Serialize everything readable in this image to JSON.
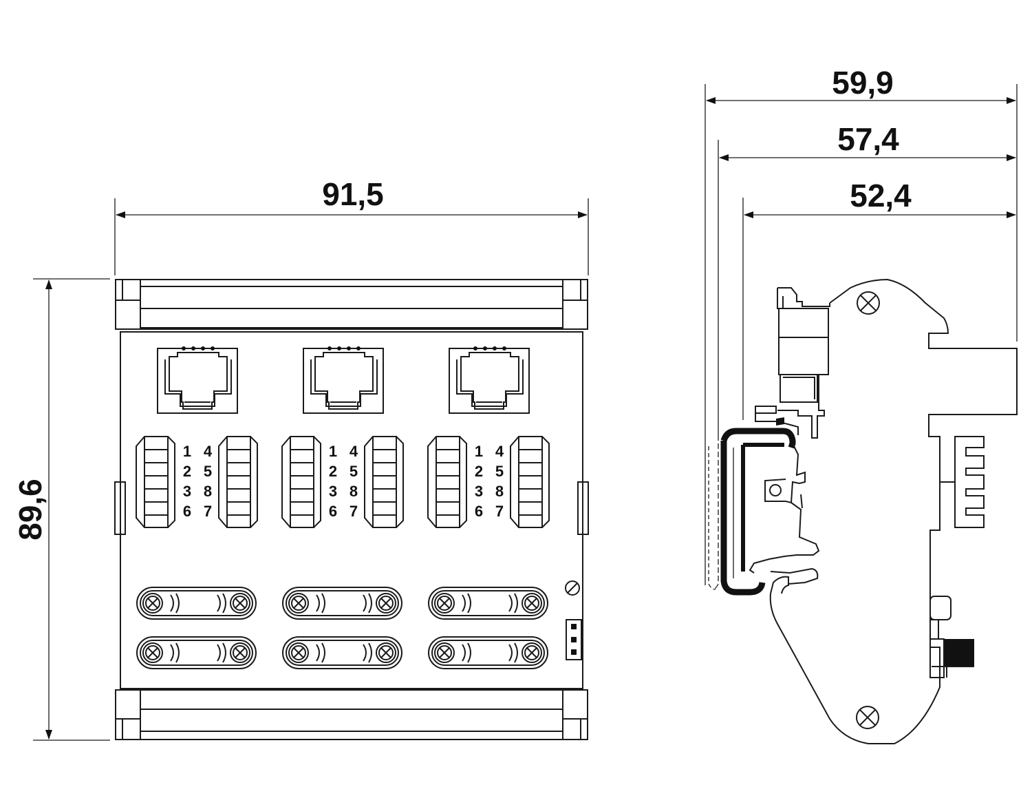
{
  "dimensions": {
    "front_width": "91,5",
    "front_height": "89,6",
    "side_overall": "59,9",
    "side_mid": "57,4",
    "side_inner": "52,4"
  },
  "pin_grid": [
    [
      "1",
      "4"
    ],
    [
      "2",
      "5"
    ],
    [
      "3",
      "8"
    ],
    [
      "6",
      "7"
    ]
  ],
  "module_count": 3,
  "icons": {
    "screw": "cross-screw-icon",
    "rj45": "rj45-port-icon",
    "dimension_arrow": "arrowhead-icon"
  },
  "colors": {
    "line": "#1a1a1a",
    "background": "#ffffff"
  }
}
